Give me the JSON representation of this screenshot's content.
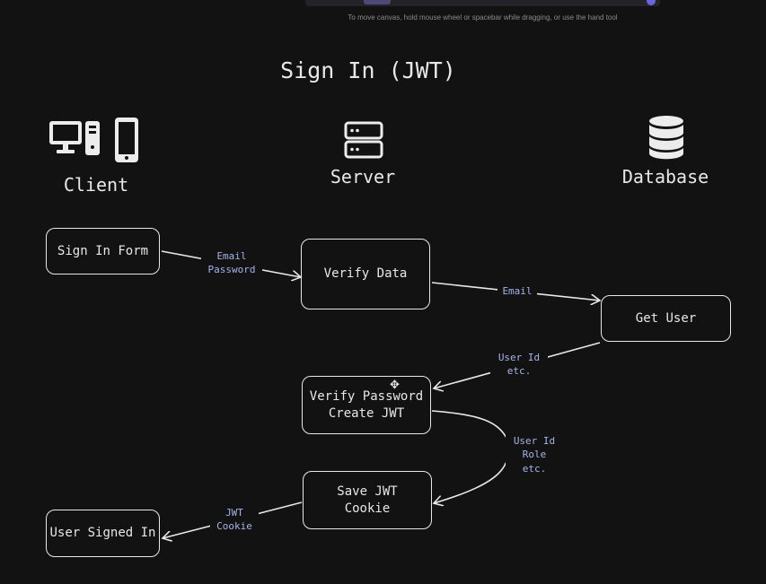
{
  "canvas_hint": "To move canvas, hold mouse wheel or spacebar while dragging, or use the hand tool",
  "title": "Sign In (JWT)",
  "actors": {
    "client": "Client",
    "server": "Server",
    "database": "Database"
  },
  "nodes": {
    "sign_in_form": "Sign In Form",
    "verify_data": "Verify Data",
    "get_user": "Get User",
    "verify_password": "Verify Password\nCreate JWT",
    "save_jwt": "Save JWT\nCookie",
    "user_signed_in": "User Signed In"
  },
  "edges": {
    "form_to_verify": "Email\nPassword",
    "verify_to_get": "Email",
    "get_to_password": "User Id\netc.",
    "password_to_save": "User Id\nRole\netc.",
    "save_to_signed": "JWT\nCookie"
  },
  "colors": {
    "background": "#121212",
    "stroke": "#e8e8e8",
    "edge_label": "#a5b4e8"
  }
}
